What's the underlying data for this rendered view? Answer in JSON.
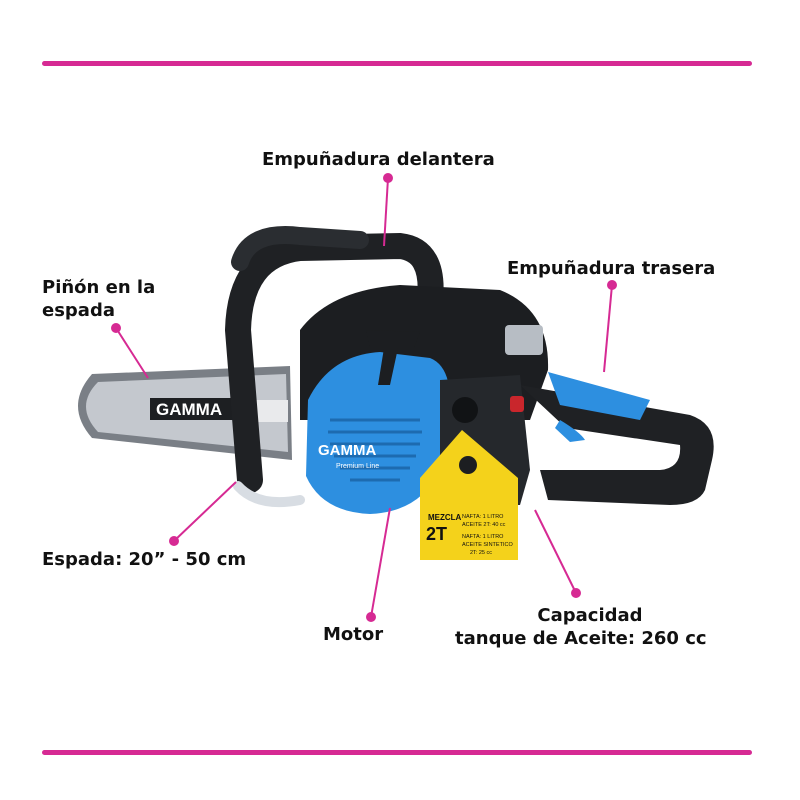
{
  "accent_color": "#d62a93",
  "product": {
    "brand": "GAMMA",
    "sub_brand": "Premium Line",
    "colors": {
      "body": "#2d8fe0",
      "handle": "#1f2124",
      "bar": "#b8bcc2",
      "tag": "#f4d21b"
    },
    "tag": {
      "heading": "MEZCLA",
      "big": "2T",
      "line1": "NAFTA: 1 LITRO",
      "line2": "ACEITE 2T: 40 cc",
      "line3": "NAFTA: 1 LITRO",
      "line4": "ACEITE SINTETICO",
      "line5": "2T: 25 cc"
    }
  },
  "callouts": {
    "front_handle": "Empuñadura delantera",
    "rear_handle": "Empuñadura trasera",
    "pinion_line1": "Piñón en la",
    "pinion_line2": "espada",
    "bar": "Espada: 20” - 50 cm",
    "motor": "Motor",
    "oil_line1": "Capacidad",
    "oil_line2": "tanque de Aceite: 260 cc"
  }
}
